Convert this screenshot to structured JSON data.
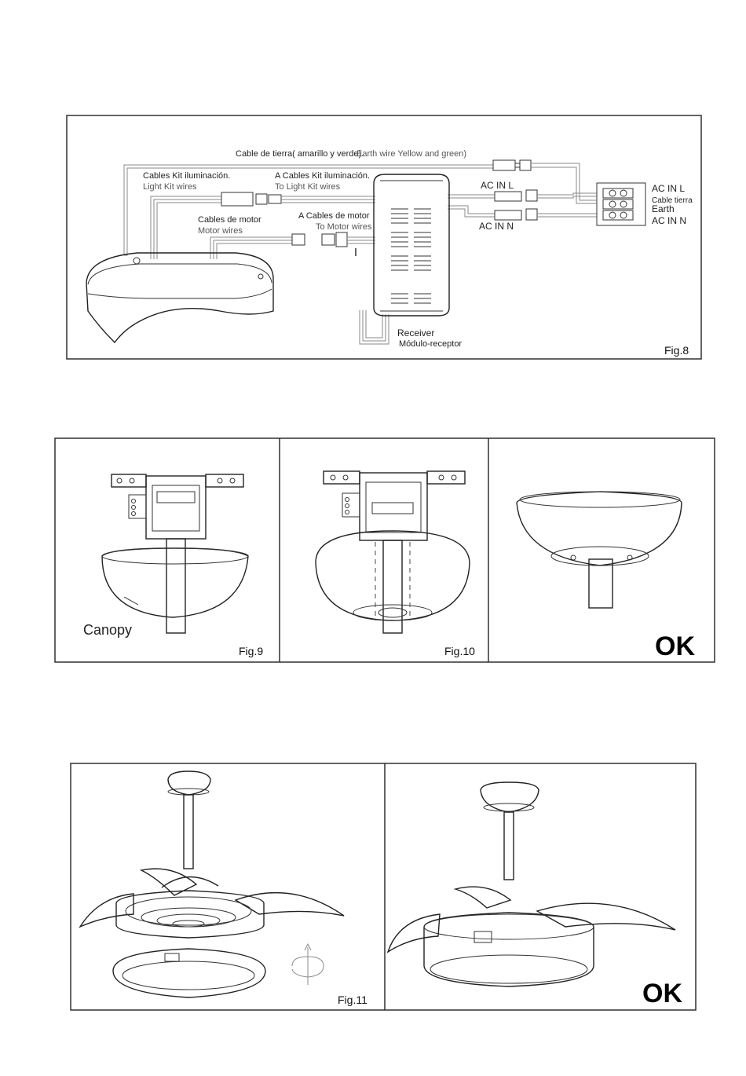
{
  "fig8": {
    "earth_wire_es": "Cable de tierra( amarillo y verde).",
    "earth_wire_en": "Earth wire Yellow and green)",
    "light_kit_es": "Cables Kit iluminación.",
    "light_kit_en": "Light Kit wires",
    "to_light_kit_es": "A Cables Kit iluminación.",
    "to_light_kit_en": "To Light Kit wires",
    "motor_wires_es": "Cables de motor",
    "motor_wires_en": "Motor wires",
    "to_motor_es": "A Cables de motor",
    "to_motor_en": "To Motor wires",
    "ac_in_l_left": "AC IN L",
    "ac_in_n_left": "AC IN N",
    "ac_in_l_right": "AC IN L",
    "cable_tierra": "Cable tierra",
    "earth": "Earth",
    "ac_in_n_right": "AC IN N",
    "receiver_en": "Receiver",
    "receiver_es": "Módulo-receptor",
    "label": "Fig.8"
  },
  "fig9": {
    "canopy": "Canopy",
    "label": "Fig.9"
  },
  "fig10": {
    "label": "Fig.10"
  },
  "ok1": {
    "text": "OK"
  },
  "fig11": {
    "label": "Fig.11"
  },
  "ok2": {
    "text": "OK"
  }
}
